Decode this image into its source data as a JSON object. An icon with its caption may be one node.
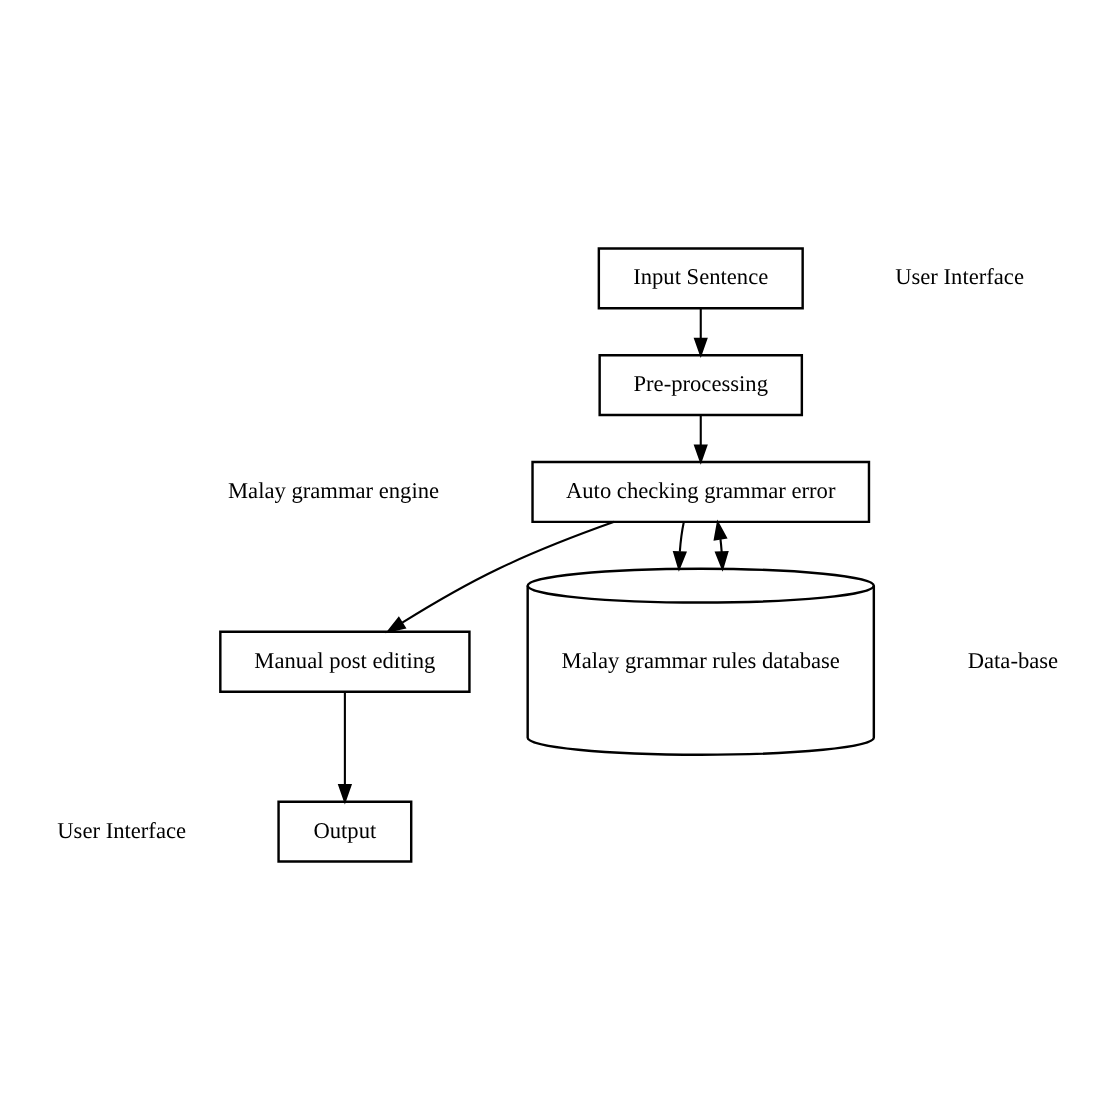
{
  "diagram": {
    "nodes": [
      {
        "text": [
          "Input Sentence"
        ]
      },
      {
        "text": [
          "Pre-processing"
        ]
      },
      {
        "text": [
          "Auto checking grammar error"
        ]
      },
      {
        "text": [
          "Manual post editing"
        ]
      },
      {
        "text": [
          "Output"
        ]
      },
      {
        "text": [
          "Malay grammar rules database"
        ]
      }
    ],
    "edges": [
      {
        "from": 0,
        "to": 1,
        "arrow": "to"
      },
      {
        "from": 1,
        "to": 2,
        "arrow": "to"
      },
      {
        "from": 2,
        "to": 5,
        "arrow": "to"
      },
      {
        "from": 2,
        "to": 3,
        "arrow": "to"
      },
      {
        "from": 2,
        "to": 5,
        "arrow": "both"
      },
      {
        "from": 3,
        "to": 4,
        "arrow": "to"
      }
    ],
    "labels": [
      "User Interface",
      "Malay grammar engine",
      "User Interface",
      "Data-base"
    ]
  }
}
